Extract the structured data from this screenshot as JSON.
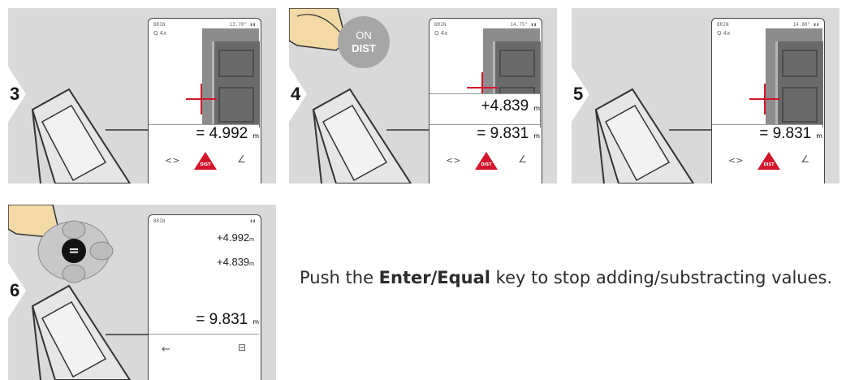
{
  "panels": [
    {
      "step": "3",
      "status_left": "BRIN",
      "status_right": "13.70° ▮▮",
      "zoom": "Q 4x",
      "value": "= 4.992",
      "unit": "m",
      "button": "DIST"
    },
    {
      "step": "4",
      "status_left": "BRIN",
      "status_right": "14.75° ▮▮",
      "zoom": "Q 4x",
      "add_value": "+4.839",
      "value": "= 9.831",
      "unit": "m",
      "button": "DIST",
      "press": {
        "line1": "ON",
        "line2": "DIST"
      }
    },
    {
      "step": "5",
      "status_left": "BRIN",
      "status_right": "14.80° ▮▮",
      "zoom": "Q 4x",
      "value": "= 9.831",
      "unit": "m",
      "button": "DIST"
    },
    {
      "step": "6",
      "status_left": "BRIN",
      "status_right": "▮▮",
      "values": [
        "+4.992",
        "+4.839"
      ],
      "value": "= 9.831",
      "unit": "m",
      "key": "="
    }
  ],
  "instruction": {
    "before": "Push the ",
    "key": "Enter/Equal",
    "after": " key to stop adding/substracting values."
  }
}
